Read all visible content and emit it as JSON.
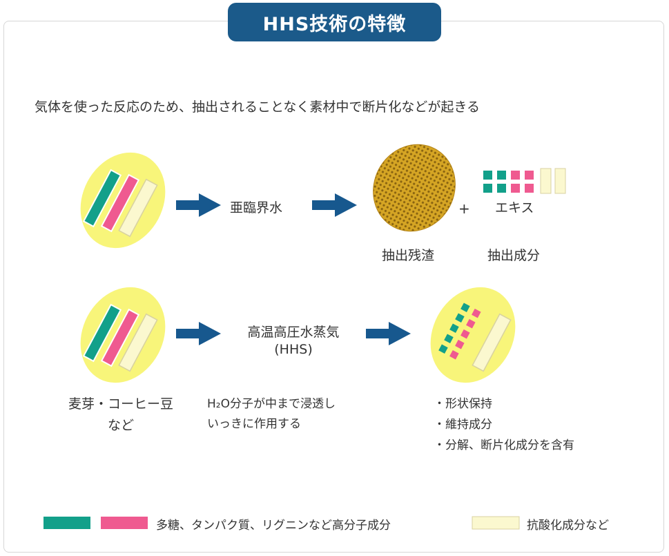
{
  "title": "HHS技術の特徴",
  "lead": "気体を使った反応のため、抽出されることなく素材中で断片化などが起きる",
  "row1": {
    "process": "亜臨界水",
    "plus": "+",
    "extract_label": "エキス",
    "residue_caption": "抽出残渣",
    "component_caption": "抽出成分"
  },
  "row2": {
    "process_line1": "高温高圧水蒸気",
    "process_line2": "(HHS)",
    "material_line1": "麦芽・コーヒー豆",
    "material_line2": "など",
    "note_line1": "H₂O分子が中まで浸透し",
    "note_line2": "いっきに作用する",
    "results": [
      "・形状保持",
      "・維持成分",
      "・分解、断片化成分を含有"
    ]
  },
  "legend": {
    "polymer": "多糖、タンパク質、リグニンなど高分子成分",
    "antioxidant": "抗酸化成分など"
  },
  "colors": {
    "brand": "#1b5a8a",
    "teal": "#12a08a",
    "pink": "#ef5a90",
    "cream": "#fbf8cf",
    "yellow": "#f8f57a",
    "arrow": "#17588e",
    "residue": "#d5a524"
  }
}
